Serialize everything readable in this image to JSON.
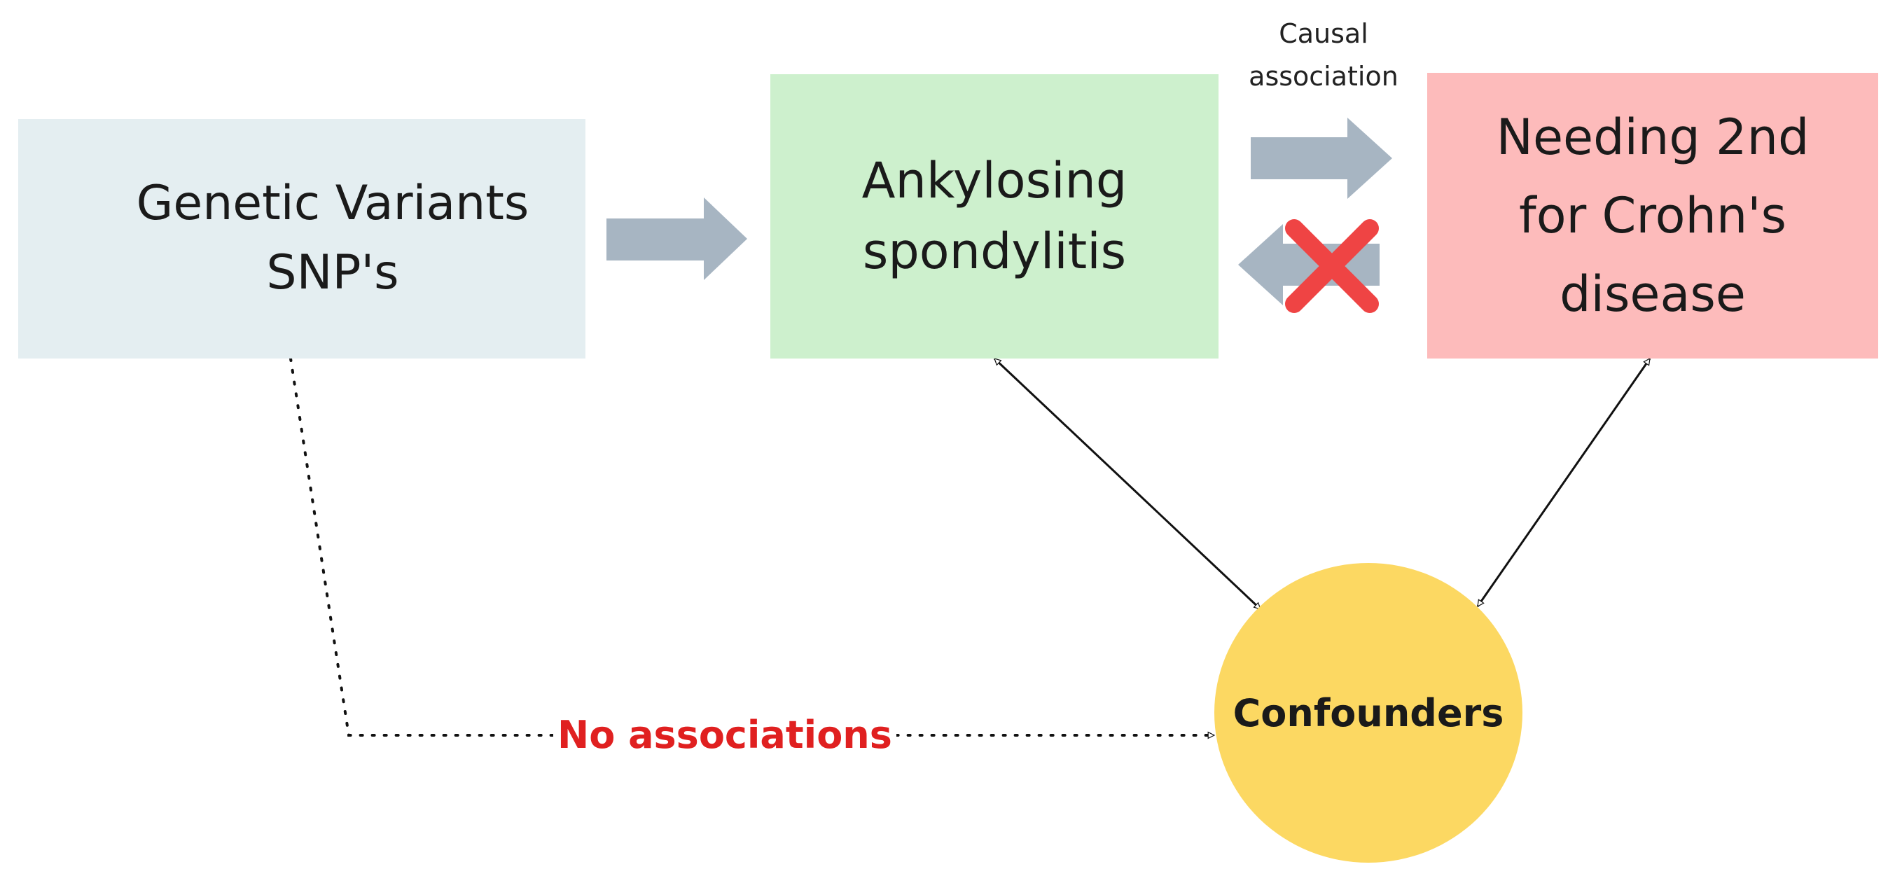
{
  "nodes": {
    "genetic_variants": {
      "label": "Genetic Variants\nSNP's",
      "color": "#e4eef1"
    },
    "ankylosing_spondylitis": {
      "label": "Ankylosing\nspondylitis",
      "color": "#cdf0cd"
    },
    "crohns_surgery": {
      "label": "Needing 2nd\nfor Crohn's\ndisease",
      "color": "#fdbbbb"
    },
    "confounders": {
      "label": "Confounders",
      "color": "#fcd862"
    }
  },
  "edges": {
    "causal_label": "Causal\nassociation",
    "no_association_label": "No associations"
  },
  "colors": {
    "block_arrow": "#a7b5c2",
    "reverse_blocked_marker": "#ef4444",
    "no_association_text": "#e02020"
  },
  "icons": {
    "blocked_marker": "x-mark-icon"
  }
}
